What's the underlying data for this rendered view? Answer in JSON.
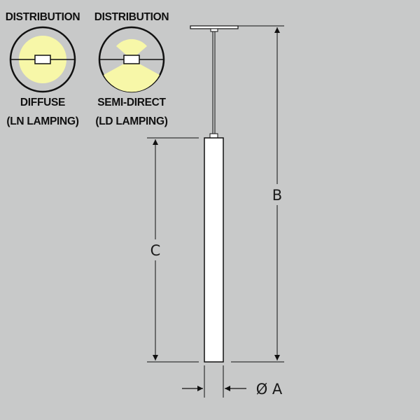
{
  "distributions": [
    {
      "heading": "DISTRIBUTION",
      "name": "DIFFUSE",
      "lamping": "(LN LAMPING)"
    },
    {
      "heading": "DISTRIBUTION",
      "name": "SEMI-DIRECT",
      "lamping": "(LD LAMPING)"
    }
  ],
  "dimensions": {
    "overall_height": "B",
    "body_length": "C",
    "diameter_symbol": "Ø",
    "diameter": "A"
  },
  "colors": {
    "background": "#c8c9c9",
    "light": "#f7f7a8",
    "circle_fill": "#c8c9c9",
    "line": "#111111",
    "fixture_body": "#ffffff"
  }
}
